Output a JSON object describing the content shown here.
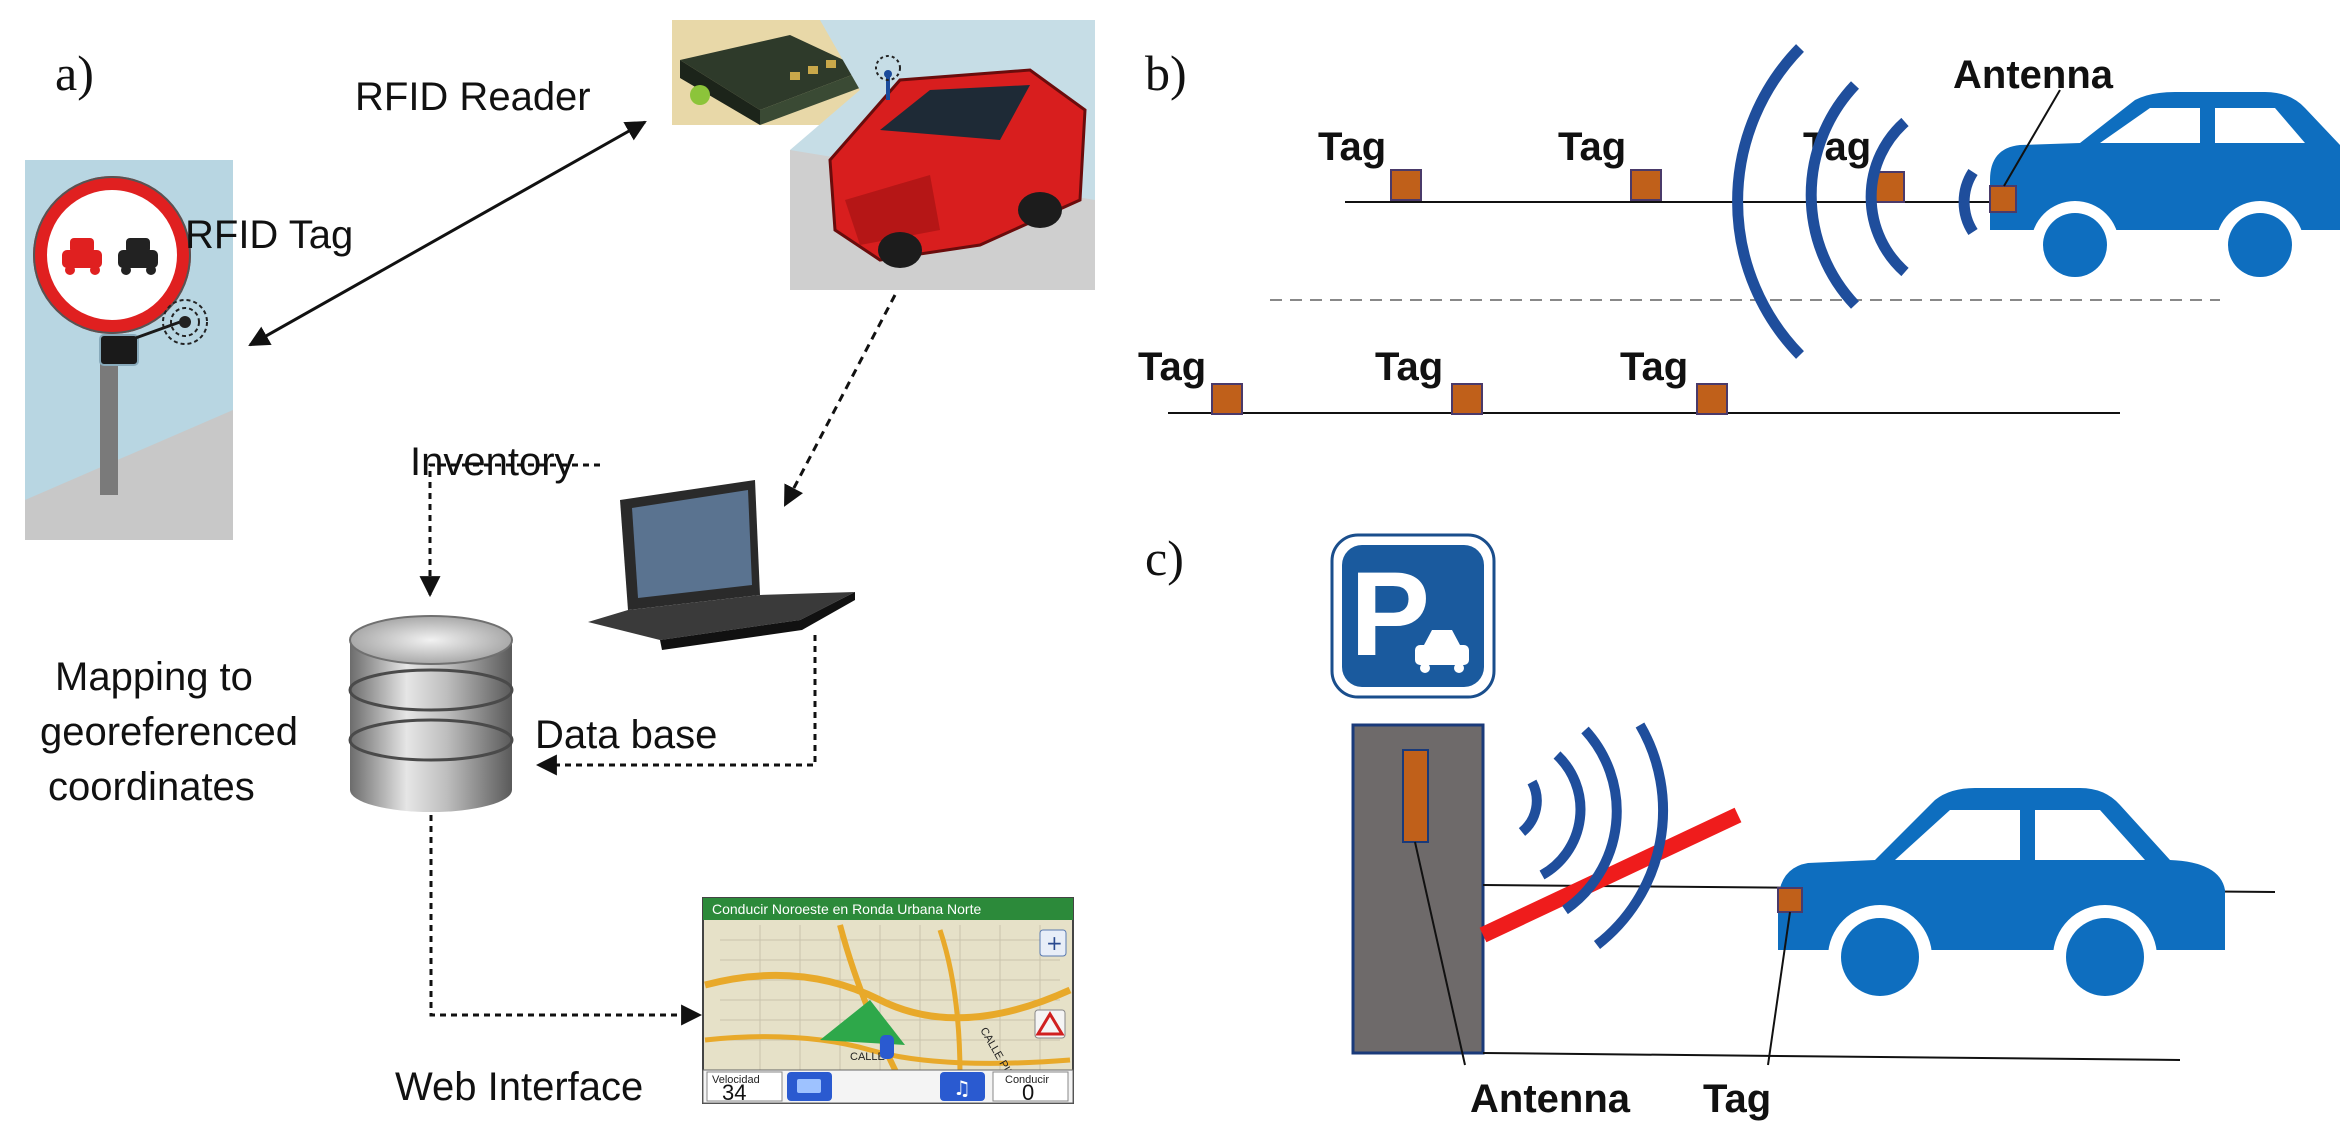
{
  "panels": {
    "a": "a)",
    "b": "b)",
    "c": "c)"
  },
  "panel_a": {
    "rfid_reader": "RFID Reader",
    "rfid_tag": "RFID Tag",
    "inventory": "Inventory",
    "mapping_line1": "Mapping to",
    "mapping_line2": "georeferenced",
    "mapping_line3": "coordinates",
    "database": "Data base",
    "web_interface": "Web Interface",
    "gps_banner": "Conducir Noroeste en Ronda Urbana Norte",
    "gps_street1": "CALLE",
    "gps_street2": "CALLE PINO",
    "gps_speed_label": "Velocidad",
    "gps_speed_value": "34",
    "gps_driver_label": "Conducir",
    "gps_driver_value": "0"
  },
  "panel_b": {
    "antenna": "Antenna",
    "tags_top": [
      "Tag",
      "Tag",
      "Tag"
    ],
    "tags_bottom": [
      "Tag",
      "Tag",
      "Tag"
    ]
  },
  "panel_c": {
    "parking_letter": "P",
    "antenna": "Antenna",
    "tag": "Tag"
  },
  "colors": {
    "car_blue": "#0e6ebf",
    "wave_blue": "#1f4e9c",
    "tag_orange": "#c0601a",
    "barrier_red": "#ef1c1c",
    "pole_gray": "#6e6a6a",
    "sign_bg": "#b8d6e2",
    "red_car": "#d81e1e"
  }
}
